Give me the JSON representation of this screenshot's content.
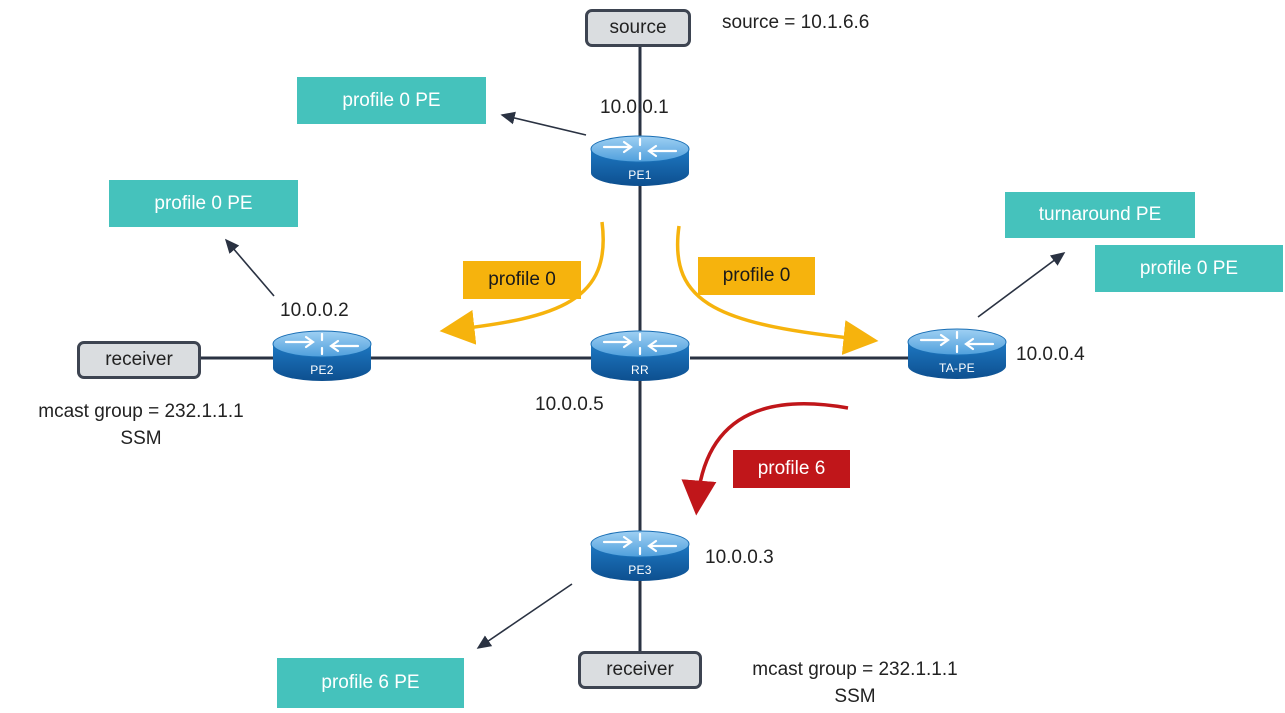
{
  "nodes": {
    "source": "source",
    "receiver_left": "receiver",
    "receiver_bottom": "receiver"
  },
  "routers": {
    "pe1": {
      "label": "PE1",
      "ip": "10.0.0.1"
    },
    "pe2": {
      "label": "PE2",
      "ip": "10.0.0.2"
    },
    "rr": {
      "label": "RR",
      "ip": "10.0.0.5"
    },
    "ta_pe": {
      "label": "TA-PE",
      "ip": "10.0.0.4"
    },
    "pe3": {
      "label": "PE3",
      "ip": "10.0.0.3"
    }
  },
  "annotations": {
    "source_addr": "source = 10.1.6.6",
    "left_mcast_group": "mcast group = 232.1.1.1",
    "left_mode": "SSM",
    "bottom_mcast_group": "mcast group = 232.1.1.1",
    "bottom_mode": "SSM"
  },
  "labels": {
    "pe1_profile": "profile 0 PE",
    "pe2_profile": "profile 0 PE",
    "ta_turnaround": "turnaround PE",
    "ta_profile": "profile 0 PE",
    "pe3_profile": "profile 6 PE"
  },
  "flows": {
    "left": "profile 0",
    "right": "profile 0",
    "down": "profile 6"
  },
  "colors": {
    "teal": "#45c2bc",
    "yellow": "#f6b30d",
    "red": "#c0161a",
    "router_blue": "#1a6fb5",
    "line": "#2a3242"
  }
}
